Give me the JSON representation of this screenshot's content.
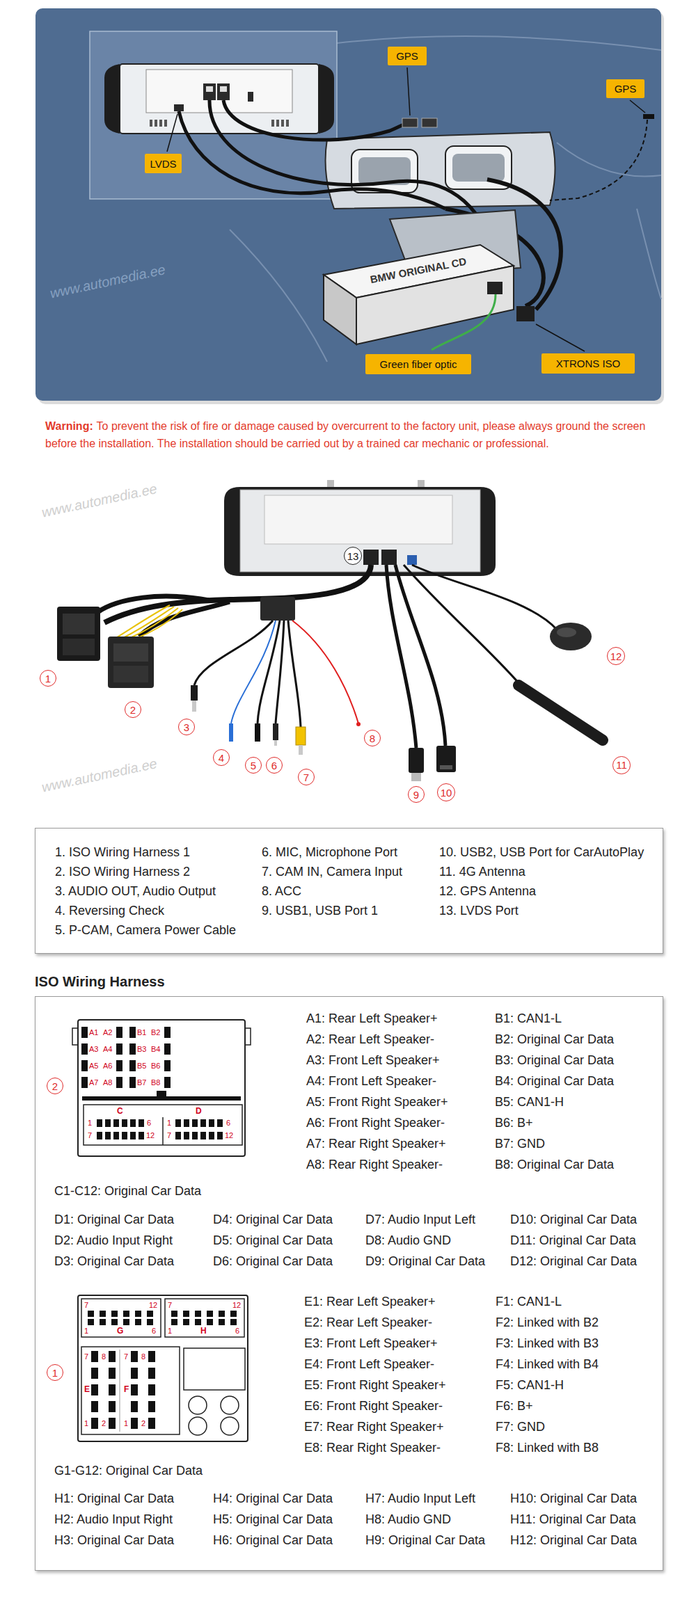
{
  "diagram": {
    "nodes": [
      {
        "text": [
          "GPS"
        ]
      },
      {
        "text": [
          "GPS"
        ]
      },
      {
        "text": [
          "LVDS"
        ]
      },
      {
        "text": [
          "Green fiber optic"
        ]
      },
      {
        "text": [
          "XTRONS ISO"
        ]
      },
      {
        "text": [
          "13"
        ]
      },
      {
        "text": [
          "12"
        ]
      },
      {
        "text": [
          "1"
        ]
      },
      {
        "text": [
          "2"
        ]
      },
      {
        "text": [
          "3"
        ]
      },
      {
        "text": [
          "8"
        ]
      },
      {
        "text": [
          "4"
        ]
      },
      {
        "text": [
          "5"
        ]
      },
      {
        "text": [
          "6"
        ]
      },
      {
        "text": [
          "11"
        ]
      },
      {
        "text": [
          "7"
        ]
      },
      {
        "text": [
          "9"
        ]
      },
      {
        "text": [
          "10"
        ]
      },
      {
        "text": [
          "1. ISO Wiring Harness 1",
          "2. ISO Wiring Harness 2",
          "3. AUDIO OUT, Audio Output",
          "4. Reversing Check",
          "5. P-CAM, Camera Power Cable",
          "6. MIC, Microphone Port",
          "7. CAM IN, Camera Input",
          "8. ACC",
          "9. USB1, USB Port 1",
          "10. USB2, USB Port for CarAutoPlay",
          "11. 4G Antenna",
          "12. GPS Antenna",
          "13. LVDS Port"
        ]
      },
      {
        "text": [
          "ISO Wiring Harness"
        ]
      },
      {
        "text": [
          "2"
        ],
        "in": 19
      },
      {
        "text": [
          "1"
        ],
        "in": 19
      }
    ],
    "labels": [
      "Warning:",
      "To prevent the risk of fire or damage caused by overcurrent to the factory unit, please always ground the screen before the installation. The installation should be carried out by a trained car mechanic or professional.",
      "BMW ORIGINAL CD",
      "www.automedia.ee",
      "www.automedia.ee",
      "www.automedia.ee",
      "A1",
      "A2",
      "B1",
      "B2",
      "A3",
      "A4",
      "B3",
      "B4",
      "A5",
      "A6",
      "B5",
      "B6",
      "A7",
      "A8",
      "B7",
      "B8",
      "C",
      "D",
      "1",
      "6",
      "1",
      "6",
      "7",
      "12",
      "7",
      "12",
      "A1: Rear Left Speaker+",
      "B1: CAN1-L",
      "A2: Rear Left Speaker-",
      "B2: Original Car Data",
      "A3: Front Left Speaker+",
      "B3: Original Car Data",
      "A4: Front Left Speaker-",
      "B4: Original Car Data",
      "A5: Front Right Speaker+",
      "B5: CAN1-H",
      "A6: Front Right Speaker-",
      "B6: B+",
      "A7: Rear Right Speaker+",
      "B7: GND",
      "A8: Rear Right Speaker-",
      "B8: Original Car Data",
      "C1-C12: Original Car Data",
      "D1: Original Car Data",
      "D4: Original Car Data",
      "D7: Audio Input Left",
      "D10: Original Car Data",
      "D2: Audio Input Right",
      "D5: Original Car Data",
      "D8: Audio GND",
      "D11: Original Car Data",
      "D3: Original Car Data",
      "D6: Original Car Data",
      "D9: Original Car Data",
      "D12: Original Car Data",
      "7",
      "12",
      "7",
      "12",
      "1",
      "G",
      "6",
      "1",
      "H",
      "6",
      "7",
      "8",
      "7",
      "8",
      "E",
      "F",
      "1",
      "2",
      "1",
      "2",
      "E1: Rear Left Speaker+",
      "F1: CAN1-L",
      "E2: Rear Left Speaker-",
      "F2: Linked with B2",
      "E3: Front Left Speaker+",
      "F3: Linked with B3",
      "E4: Front Left Speaker-",
      "F4: Linked with B4",
      "E5: Front Right Speaker+",
      "F5: CAN1-H",
      "E6: Front Right Speaker-",
      "F6: B+",
      "E7: Rear Right Speaker+",
      "F7: GND",
      "E8: Rear Right Speaker-",
      "F8: Linked with B8",
      "G1-G12: Original Car Data",
      "H1: Original Car Data",
      "H4: Original Car Data",
      "H7: Audio Input Left",
      "H10: Original Car Data",
      "H2: Audio Input Right",
      "H5: Original Car Data",
      "H8: Audio GND",
      "H11: Original Car Data",
      "H3: Original Car Data",
      "H6: Original Car Data",
      "H9: Original Car Data",
      "H12: Original Car Data"
    ]
  }
}
